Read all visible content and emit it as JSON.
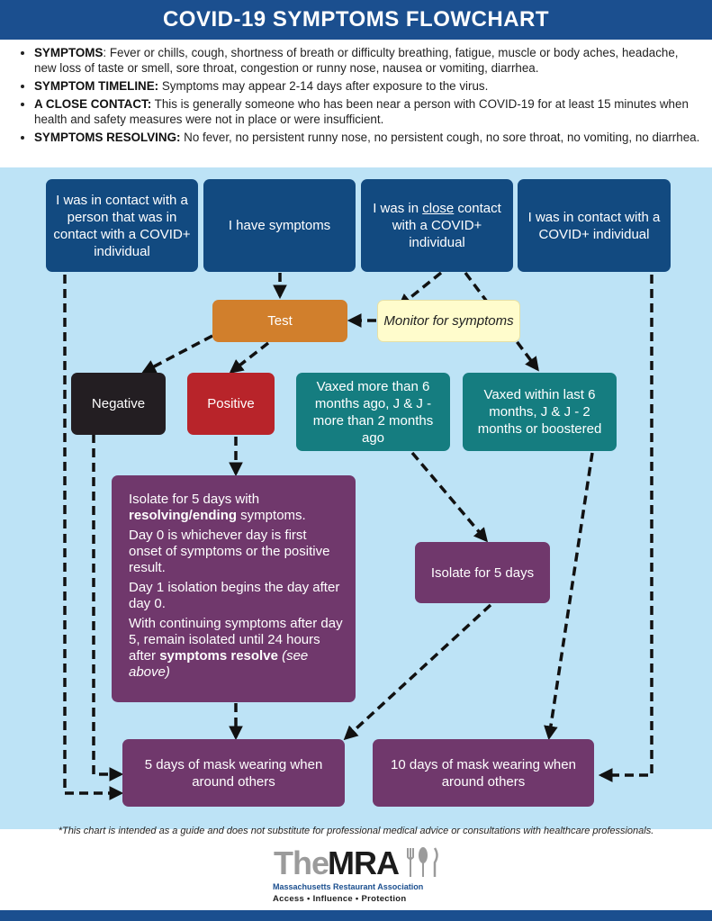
{
  "header": {
    "title": "COVID-19 SYMPTOMS FLOWCHART"
  },
  "intro": [
    {
      "label": "SYMPTOMS",
      "text": ": Fever or chills, cough, shortness of breath or difficulty breathing, fatigue, muscle or body aches, headache, new loss of taste or smell, sore throat, congestion or runny nose, nausea or vomiting, diarrhea."
    },
    {
      "label": "SYMPTOM TIMELINE:",
      "text": " Symptoms may appear 2-14 days after exposure to the virus."
    },
    {
      "label": "A CLOSE CONTACT:",
      "text": " This is generally someone who has been near a person with COVID-19 for at least 15 minutes when health and safety measures were not in place or were insufficient."
    },
    {
      "label": "SYMPTOMS RESOLVING:",
      "text": " No fever, no persistent runny nose, no persistent cough, no sore throat, no vomiting, no diarrhea."
    }
  ],
  "nodes": {
    "contact_of_contact": "I was in contact with a person that was in contact with a COVID+ individual",
    "have_symptoms": "I have symptoms",
    "close_contact_pre": "I was in ",
    "close_contact_underlined": "close",
    "close_contact_post": " contact with a COVID+ individual",
    "contact": "I was in contact with a COVID+ individual",
    "test": "Test",
    "monitor": "Monitor for symptoms",
    "negative": "Negative",
    "positive": "Positive",
    "vaxed_old": "Vaxed more than 6 months ago, J & J - more than 2 months ago",
    "vaxed_recent": "Vaxed within last 6 months, J & J - 2 months or boostered",
    "isolate_5": "Isolate for 5 days",
    "isolate_detail": {
      "p1_pre": "Isolate for 5 days with ",
      "p1_bold": "resolving/ending",
      "p1_post": " symptoms.",
      "p2": "Day 0 is whichever day is first onset of symptoms or the positive result.",
      "p3": "Day 1 isolation begins the day after day 0.",
      "p4_pre": "With continuing symptoms after day 5, remain isolated until 24 hours after ",
      "p4_bold": "symptoms resolve",
      "p4_italic": "(see above)"
    },
    "mask_5": "5 days of mask wearing when around others",
    "mask_10": "10 days of mask wearing when around others"
  },
  "disclaimer": "*This chart is intended as a guide and does not substitute for professional medical advice or consultations with healthcare professionals.",
  "logo": {
    "the": "The",
    "mra": "MRA",
    "full_name": "Massachusetts Restaurant Association",
    "tagline": "Access • Influence • Protection"
  },
  "colors": {
    "header": "#1b4f8f",
    "background": "#bde3f6",
    "blue_box": "#124a80",
    "orange_box": "#d17f2c",
    "cream_box": "#fffccc",
    "black_box": "#231e22",
    "red_box": "#b8242a",
    "teal_box": "#157d80",
    "purple_box": "#70386c"
  }
}
